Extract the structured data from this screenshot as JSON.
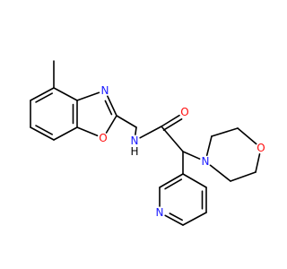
{
  "colors": {
    "bond": "#000000",
    "carbon": "#000000",
    "nitrogen": "#1a1aff",
    "oxygen": "#ff0d0d",
    "background": "#ffffff"
  },
  "molecule": {
    "atoms": [
      {
        "id": "me",
        "element": "C",
        "label": ""
      },
      {
        "id": "b4",
        "element": "C",
        "label": ""
      },
      {
        "id": "b5",
        "element": "C",
        "label": ""
      },
      {
        "id": "b6",
        "element": "C",
        "label": ""
      },
      {
        "id": "b7",
        "element": "C",
        "label": ""
      },
      {
        "id": "b7a",
        "element": "C",
        "label": ""
      },
      {
        "id": "b3a",
        "element": "C",
        "label": ""
      },
      {
        "id": "n3",
        "element": "N",
        "label": "N"
      },
      {
        "id": "c2",
        "element": "C",
        "label": ""
      },
      {
        "id": "o1",
        "element": "O",
        "label": "O"
      },
      {
        "id": "ch2",
        "element": "C",
        "label": ""
      },
      {
        "id": "nh",
        "element": "N",
        "label": "N"
      },
      {
        "id": "h",
        "element": "H",
        "label": "H"
      },
      {
        "id": "co",
        "element": "C",
        "label": ""
      },
      {
        "id": "oc",
        "element": "O",
        "label": "O"
      },
      {
        "id": "ca",
        "element": "C",
        "label": ""
      },
      {
        "id": "mn",
        "element": "N",
        "label": "N"
      },
      {
        "id": "m2",
        "element": "C",
        "label": ""
      },
      {
        "id": "m3",
        "element": "C",
        "label": ""
      },
      {
        "id": "mo",
        "element": "O",
        "label": "O"
      },
      {
        "id": "m5",
        "element": "C",
        "label": ""
      },
      {
        "id": "m6",
        "element": "C",
        "label": ""
      },
      {
        "id": "p3",
        "element": "C",
        "label": ""
      },
      {
        "id": "p2",
        "element": "C",
        "label": ""
      },
      {
        "id": "pn",
        "element": "N",
        "label": "N"
      },
      {
        "id": "p6",
        "element": "C",
        "label": ""
      },
      {
        "id": "p5",
        "element": "C",
        "label": ""
      },
      {
        "id": "p4",
        "element": "C",
        "label": ""
      }
    ],
    "bonds": [
      {
        "a": "me",
        "b": "b4",
        "order": 1
      },
      {
        "a": "b4",
        "b": "b5",
        "order": 2
      },
      {
        "a": "b5",
        "b": "b6",
        "order": 1
      },
      {
        "a": "b6",
        "b": "b7",
        "order": 2
      },
      {
        "a": "b7",
        "b": "b7a",
        "order": 1
      },
      {
        "a": "b7a",
        "b": "b3a",
        "order": 2
      },
      {
        "a": "b3a",
        "b": "b4",
        "order": 1
      },
      {
        "a": "b3a",
        "b": "n3",
        "order": 1
      },
      {
        "a": "n3",
        "b": "c2",
        "order": 2
      },
      {
        "a": "c2",
        "b": "o1",
        "order": 1
      },
      {
        "a": "o1",
        "b": "b7a",
        "order": 1
      },
      {
        "a": "c2",
        "b": "ch2",
        "order": 1
      },
      {
        "a": "ch2",
        "b": "nh",
        "order": 1
      },
      {
        "a": "nh",
        "b": "co",
        "order": 1
      },
      {
        "a": "co",
        "b": "oc",
        "order": 2
      },
      {
        "a": "co",
        "b": "ca",
        "order": 1
      },
      {
        "a": "ca",
        "b": "mn",
        "order": 1
      },
      {
        "a": "mn",
        "b": "m2",
        "order": 1
      },
      {
        "a": "m2",
        "b": "m3",
        "order": 1
      },
      {
        "a": "m3",
        "b": "mo",
        "order": 1
      },
      {
        "a": "mo",
        "b": "m5",
        "order": 1
      },
      {
        "a": "m5",
        "b": "m6",
        "order": 1
      },
      {
        "a": "m6",
        "b": "mn",
        "order": 1
      },
      {
        "a": "ca",
        "b": "p3",
        "order": 1
      },
      {
        "a": "p3",
        "b": "p2",
        "order": 2
      },
      {
        "a": "p2",
        "b": "pn",
        "order": 1
      },
      {
        "a": "pn",
        "b": "p6",
        "order": 2
      },
      {
        "a": "p6",
        "b": "p5",
        "order": 1
      },
      {
        "a": "p5",
        "b": "p4",
        "order": 2
      },
      {
        "a": "p4",
        "b": "p3",
        "order": 1
      }
    ]
  }
}
